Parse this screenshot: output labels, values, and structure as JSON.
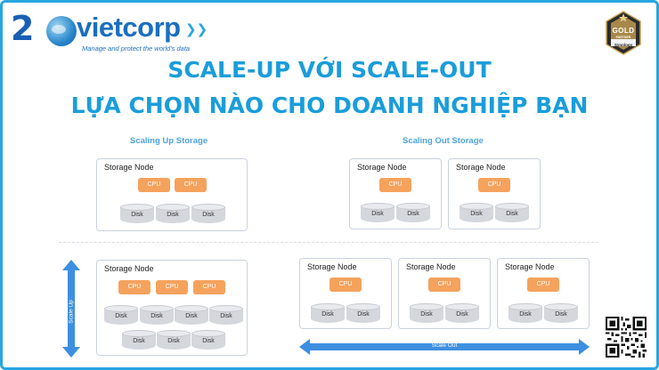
{
  "logo": {
    "number": "2",
    "name": "vietcorp",
    "chevrons": "❯❯",
    "tagline": "Manage and protect the world's data"
  },
  "badge": {
    "tier": "GOLD",
    "subtitle": "PARTNER",
    "brand": "Synology"
  },
  "title": {
    "line1": "SCALE-UP VỚI SCALE-OUT",
    "line2": "LỰA CHỌN NÀO CHO DOANH NGHIỆP BẠN"
  },
  "sections": {
    "scale_up_title": "Scaling Up Storage",
    "scale_out_title": "Scaling Out Storage"
  },
  "labels": {
    "node": "Storage Node",
    "cpu": "CPU",
    "disk": "Disk",
    "scale_up": "Scale Up",
    "scale_out": "Scale Out"
  },
  "colors": {
    "accent": "#27a6e1",
    "title": "#1a9ddb",
    "cpu": "#f5a25d",
    "arrow": "#3d8fe0"
  }
}
